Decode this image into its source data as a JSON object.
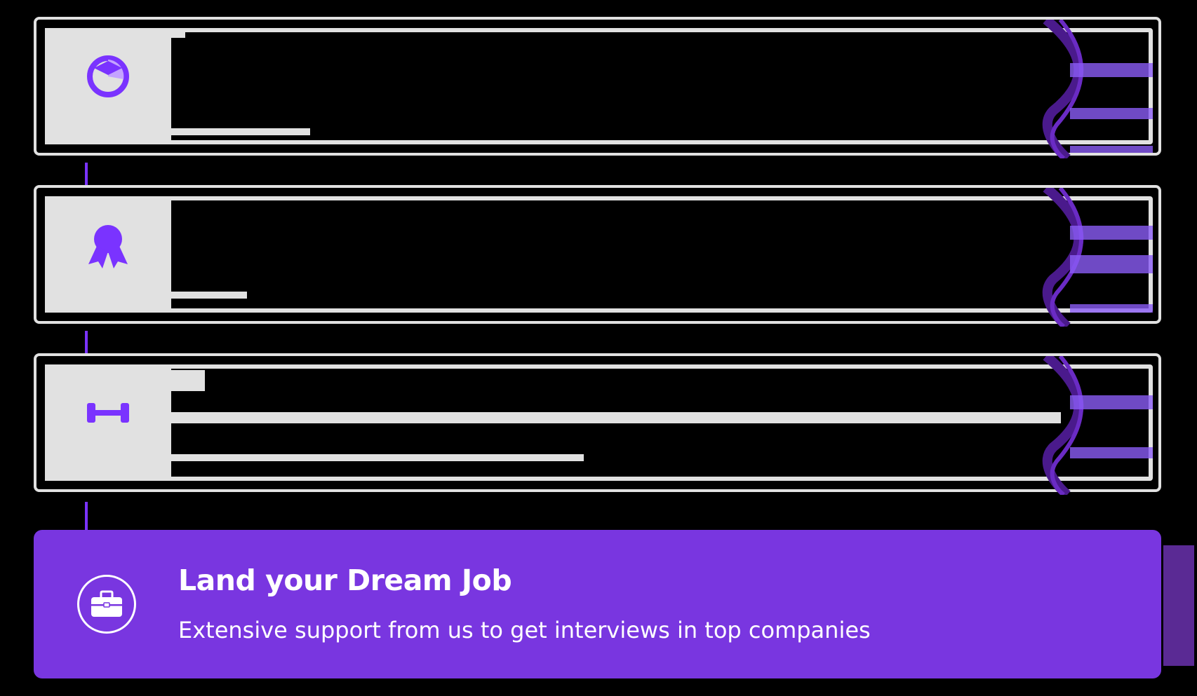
{
  "steps": [
    {
      "icon": "box-pie-icon",
      "status": "placeholder"
    },
    {
      "icon": "award-ribbon-icon",
      "status": "placeholder"
    },
    {
      "icon": "dumbbell-icon",
      "status": "placeholder"
    }
  ],
  "final_step": {
    "icon": "briefcase-icon",
    "title": "Land your Dream Job",
    "description": "Extensive support from us to get interviews in top companies"
  },
  "colors": {
    "accent": "#7936e0",
    "connector": "#7a33ff",
    "placeholder": "#e1e1e1",
    "background": "#000000"
  }
}
